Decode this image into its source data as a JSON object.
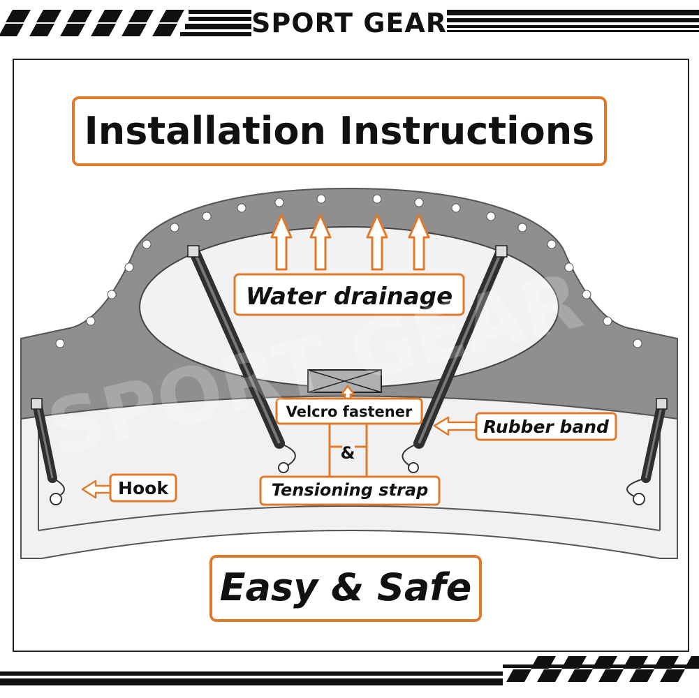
{
  "brand": {
    "name": "SPORT GEAR",
    "watermark": "SPORT GEAR"
  },
  "diagram": {
    "title": "Installation Instructions",
    "labels": {
      "water_drainage": "Water drainage",
      "velcro_fastener": "Velcro fastener",
      "ampersand": "&",
      "tensioning_strap": "Tensioning strap",
      "rubber_band": "Rubber band",
      "hook": "Hook"
    },
    "tagline": "Easy & Safe"
  },
  "colors": {
    "accent": "#e07a2a",
    "cover": "#8f8f8f",
    "dark": "#111111",
    "light": "#f1f1f1"
  }
}
